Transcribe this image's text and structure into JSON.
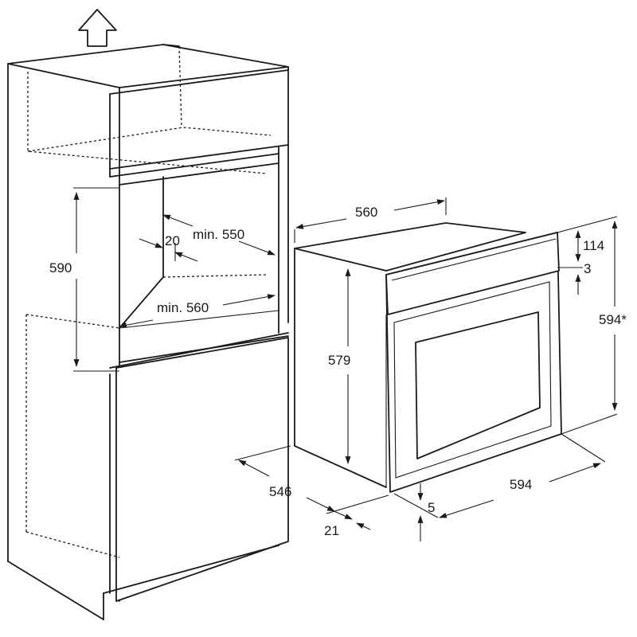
{
  "dimensions": {
    "cabinet_height": "590",
    "niche_gap": "20",
    "niche_min_depth": "min. 550",
    "niche_min_width": "min. 560",
    "oven_body_width": "560",
    "oven_body_height": "579",
    "oven_depth": "546",
    "front_offset": "21",
    "front_gap": "5",
    "oven_front_width": "594",
    "panel_height": "114",
    "panel_gap": "3",
    "oven_front_height": "594*"
  },
  "icons": {
    "vent_arrow": "up-arrow-icon"
  }
}
